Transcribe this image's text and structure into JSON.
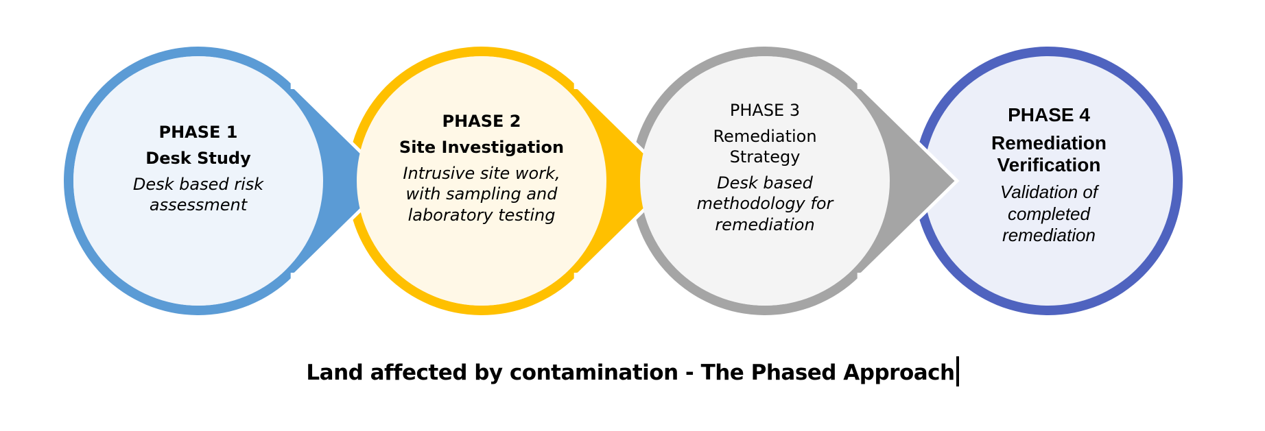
{
  "phases": [
    {
      "label": "PHASE 1",
      "title": "Desk Study",
      "description": "Desk based risk assessment",
      "ring_color": "#5B9BD5",
      "fill_color": "#EEF4FB",
      "label_bold": true,
      "title_bold": true
    },
    {
      "label": "PHASE 2",
      "title": "Site Investigation",
      "description": "Intrusive site work, with sampling and laboratory testing",
      "ring_color": "#FFC000",
      "fill_color": "#FFF8E7",
      "label_bold": true,
      "title_bold": true
    },
    {
      "label": "PHASE 3",
      "title": "Remediation Strategy",
      "description": "Desk based methodology for remediation",
      "ring_color": "#A5A5A5",
      "fill_color": "#F4F4F4",
      "label_bold": false,
      "title_bold": false
    },
    {
      "label": "PHASE 4",
      "title": "Remediation Verification",
      "description": "Validation of completed remediation",
      "ring_color": "#4F63BF",
      "fill_color": "#ECEFF9",
      "label_bold": true,
      "title_bold": true
    }
  ],
  "caption": "Land affected by contamination - The Phased Approach"
}
